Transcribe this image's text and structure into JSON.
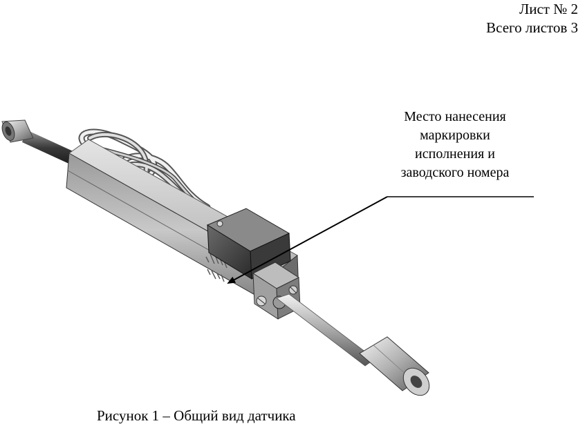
{
  "header": {
    "sheet_number": "Лист № 2",
    "sheets_total": "Всего листов 3"
  },
  "callout": {
    "lines": [
      "Место нанесения",
      "маркировки",
      "исполнения и",
      "заводского номера"
    ]
  },
  "figure": {
    "caption": "Рисунок 1 – Общий вид датчика"
  }
}
